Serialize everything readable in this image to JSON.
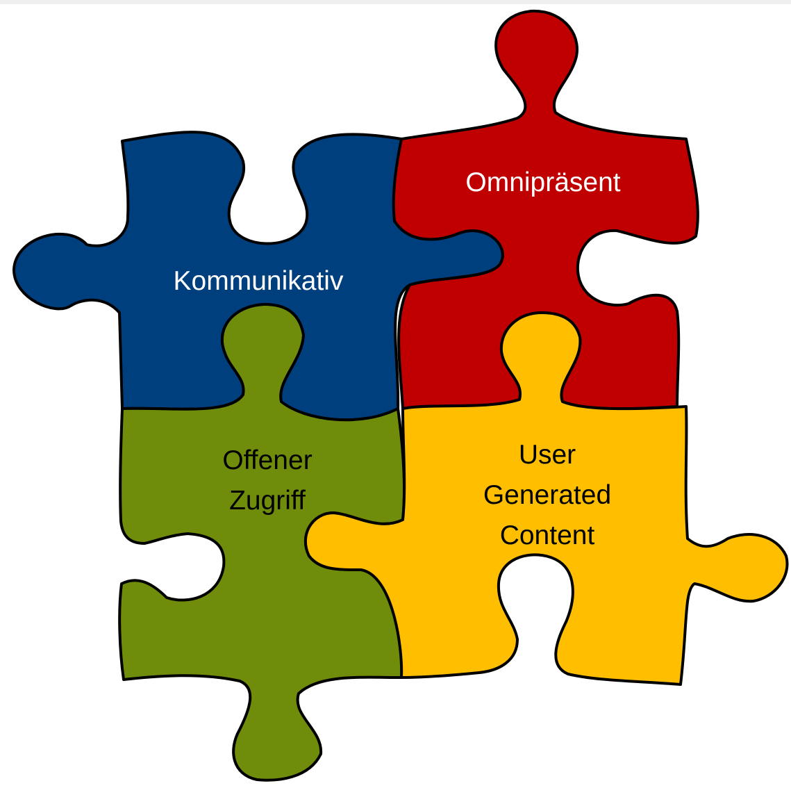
{
  "pieces": [
    {
      "id": "blue",
      "lines": [
        "Kommunikativ"
      ],
      "fill": "#003f7d",
      "text_color": "#ffffff"
    },
    {
      "id": "red",
      "lines": [
        "Omnipräsent"
      ],
      "fill": "#c00000",
      "text_color": "#ffffff"
    },
    {
      "id": "green",
      "lines": [
        "Offener",
        "Zugriff"
      ],
      "fill": "#6f8c0b",
      "text_color": "#000000"
    },
    {
      "id": "yellow",
      "lines": [
        "User",
        "Generated",
        "Content"
      ],
      "fill": "#ffbf00",
      "text_color": "#000000"
    }
  ],
  "outline_color": "#000000"
}
